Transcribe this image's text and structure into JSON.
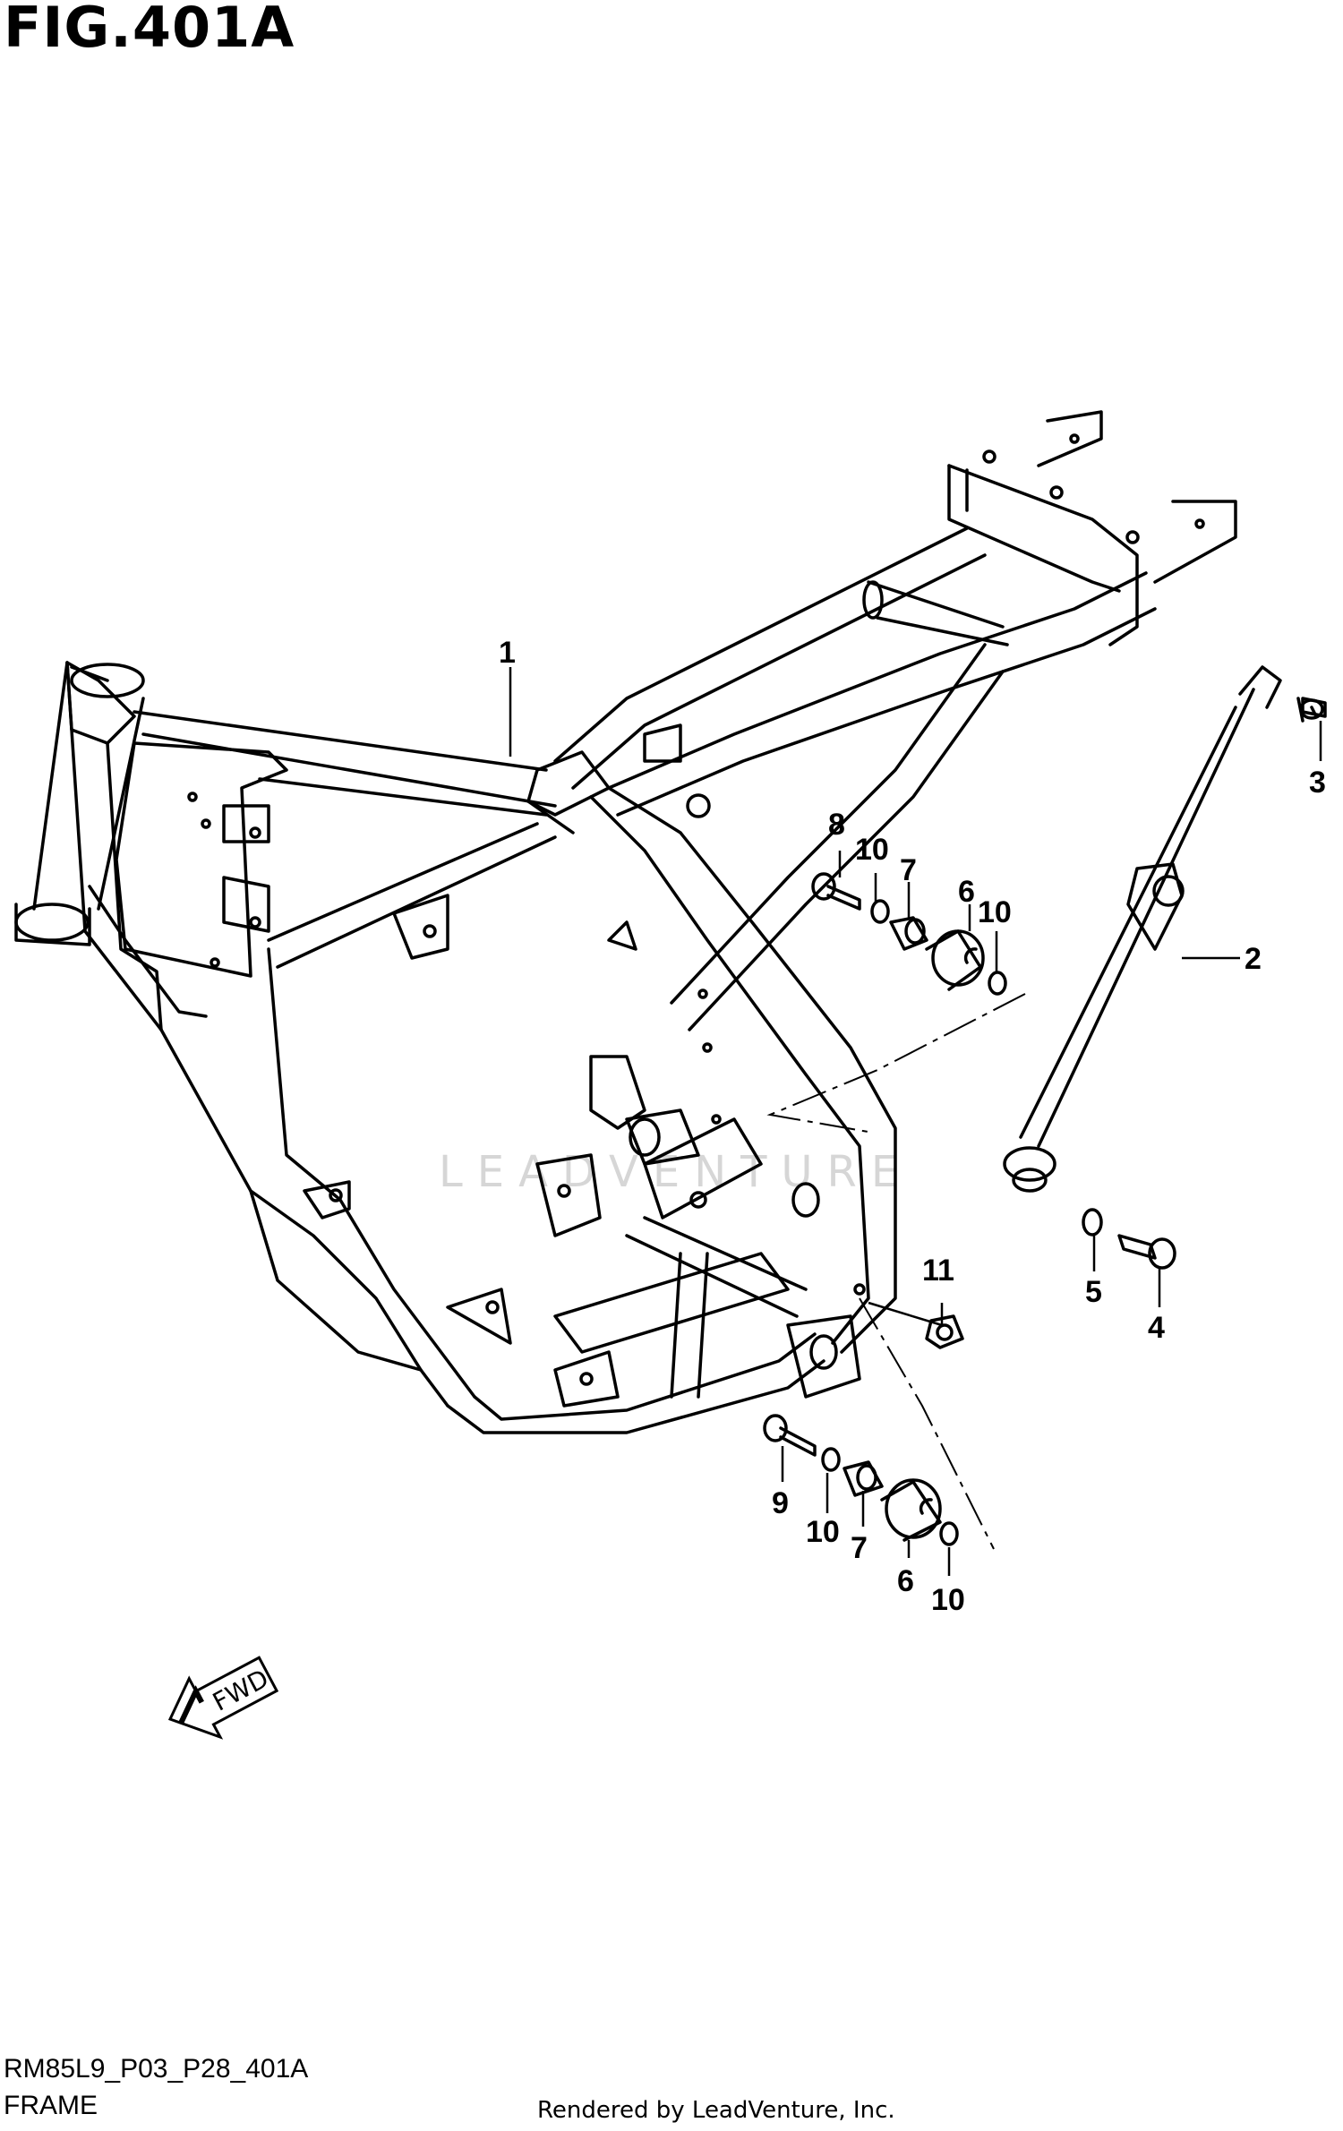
{
  "figure": {
    "title": "FIG.401A"
  },
  "footer": {
    "code": "RM85L9_P03_P28_401A",
    "name": "FRAME",
    "rendered_by": "Rendered by LeadVenture, Inc."
  },
  "watermark": "LEADVENTURE",
  "direction_badge": "FWD",
  "callouts": [
    {
      "id": "1",
      "label": "1"
    },
    {
      "id": "2",
      "label": "2"
    },
    {
      "id": "3",
      "label": "3"
    },
    {
      "id": "4",
      "label": "4"
    },
    {
      "id": "5",
      "label": "5"
    },
    {
      "id": "6a",
      "label": "6"
    },
    {
      "id": "7a",
      "label": "7"
    },
    {
      "id": "8",
      "label": "8"
    },
    {
      "id": "10a",
      "label": "10"
    },
    {
      "id": "10b",
      "label": "10"
    },
    {
      "id": "11",
      "label": "11"
    },
    {
      "id": "9",
      "label": "9"
    },
    {
      "id": "10c",
      "label": "10"
    },
    {
      "id": "7b",
      "label": "7"
    },
    {
      "id": "6b",
      "label": "6"
    },
    {
      "id": "10d",
      "label": "10"
    }
  ]
}
